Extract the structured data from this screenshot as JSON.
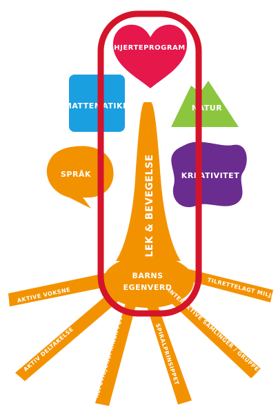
{
  "center": {
    "label": "HJERTEPROGRAM"
  },
  "trunk": {
    "label": "LEK & BEVEGELSE"
  },
  "base": {
    "line1": "BARNS",
    "line2": "EGENVERD"
  },
  "shapes": {
    "math": "MATTEMATIKK",
    "nature": "NATUR",
    "language": "SPRÅK",
    "creativity": "KREATIVITET"
  },
  "roots": {
    "active_adults": "AKTIVE VOKSNE",
    "active_participation": "AKTIV DELTAKELSE",
    "repetition": "REPETISJONSPRINSIPPET",
    "spiral": "SPIRALPRINSIPPET",
    "interactive": "INTERAKTIVE SAMLINGER / GRUPPER",
    "environment": "TILRETTELAGT MILJØ"
  },
  "colors": {
    "orange": "#f39200",
    "red_heart": "#e5174b",
    "blue": "#1a9fe0",
    "green": "#8cc63f",
    "purple": "#6b2c8f",
    "outline": "#d4142a"
  },
  "icons": [
    "heart-shape",
    "square-shape",
    "mountain-shape",
    "speech-bubble-shape",
    "blob-shape"
  ]
}
